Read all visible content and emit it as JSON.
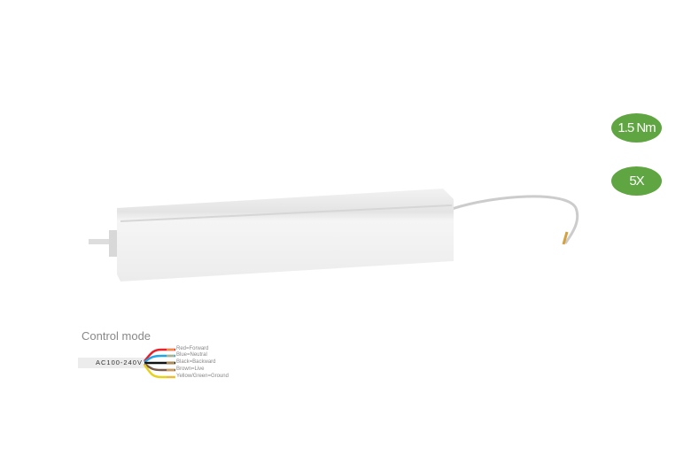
{
  "badges": [
    {
      "label": "1.5 Nm"
    },
    {
      "label": "5X"
    }
  ],
  "badge_color": "#5fa542",
  "control": {
    "title": "Control mode",
    "cable_label": "AC100-240V",
    "wires": [
      {
        "label": "Red=Forward",
        "color": "#e8202a"
      },
      {
        "label": "Blue=Neutral",
        "color": "#1fa6e6"
      },
      {
        "label": "Black=Backward",
        "color": "#111111"
      },
      {
        "label": "Brown=Live",
        "color": "#7a5a4a"
      },
      {
        "label": "Yellow/Green=Ground",
        "color": "#e6d21a"
      }
    ]
  }
}
